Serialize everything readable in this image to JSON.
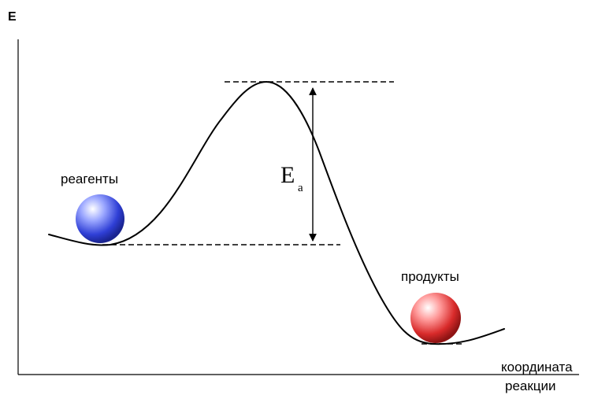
{
  "axes": {
    "y_label": "E",
    "x_label_line1": "координата",
    "x_label_line2": "реакции"
  },
  "labels": {
    "reactants": "реагенты",
    "products": "продукты",
    "activation_energy_main": "E",
    "activation_energy_sub": "a"
  },
  "colors": {
    "reactant_ball": "#2f3fd6",
    "product_ball": "#d82a2a",
    "curve": "#000000"
  }
}
